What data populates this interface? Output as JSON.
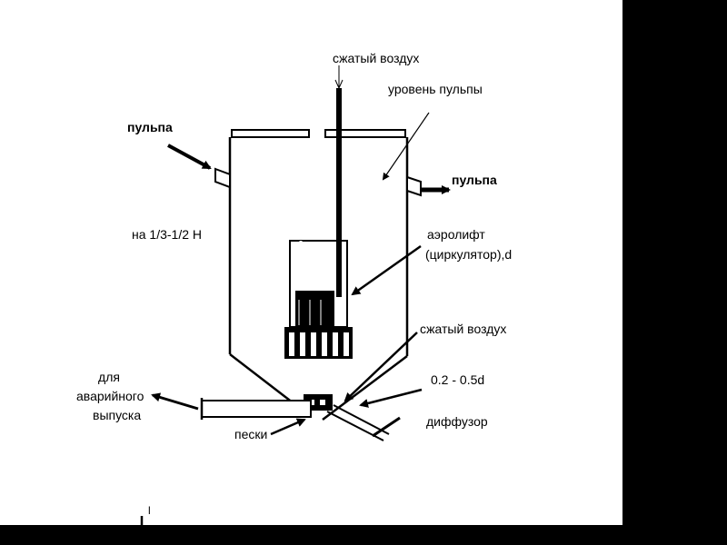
{
  "colors": {
    "ink": "#000000",
    "paper": "#ffffff",
    "frame": "#000000"
  },
  "labels": {
    "air_top": "сжатый воздух",
    "pulp_level": "уровень пульпы",
    "pulp_in": "пульпа",
    "pulp_out": "пульпа",
    "height_ratio": "на 1/3-1/2 Н",
    "airlift_line1": "аэролифт",
    "airlift_line2": "(циркулятор),d",
    "air_side": "сжатый воздух",
    "ratio_d": "0.2 - 0.5d",
    "emergency_line1": "для",
    "emergency_line2": "аварийного",
    "emergency_line3": "выпуска",
    "diffuser": "диффузор",
    "sand": "пески",
    "corner_mark": "l"
  }
}
